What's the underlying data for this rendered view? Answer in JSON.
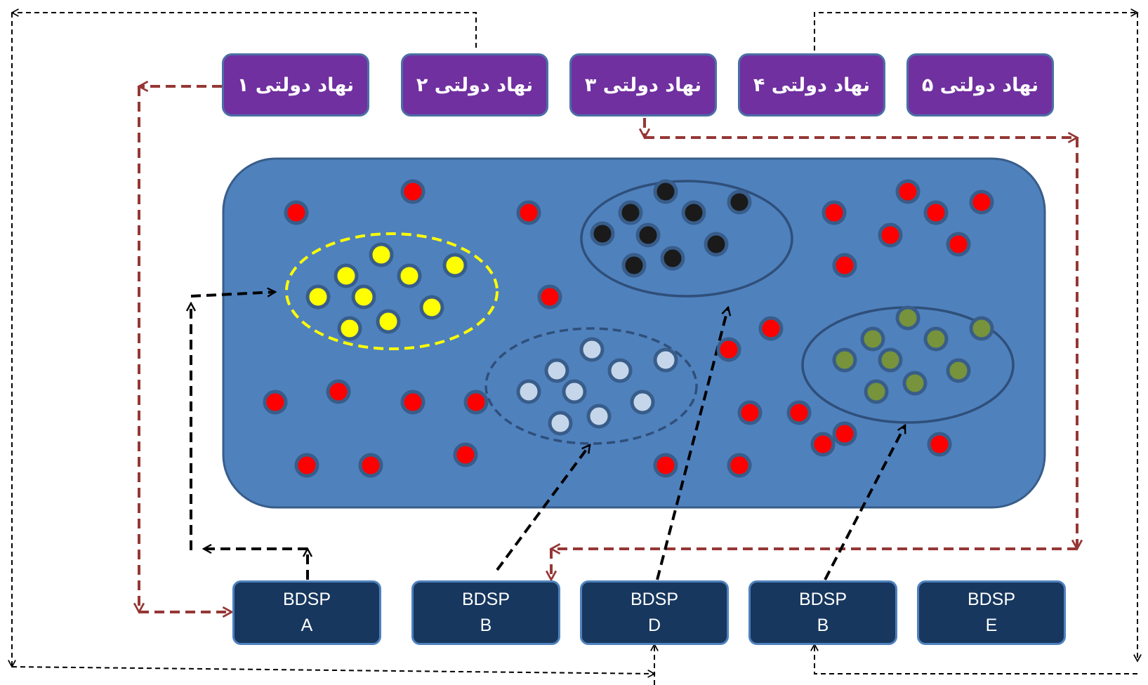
{
  "agencies": [
    {
      "label": "نهاد دولتی ۱"
    },
    {
      "label": "نهاد دولتی ۲"
    },
    {
      "label": "نهاد دولتی ۳"
    },
    {
      "label": "نهاد دولتی ۴"
    },
    {
      "label": "نهاد دولتی ۵"
    }
  ],
  "providers": [
    {
      "title": "BDSP",
      "code": "A"
    },
    {
      "title": "BDSP",
      "code": "B"
    },
    {
      "title": "BDSP",
      "code": "D"
    },
    {
      "title": "BDSP",
      "code": "B"
    },
    {
      "title": "BDSP",
      "code": "E"
    }
  ],
  "colors": {
    "agency_fill": "#7030a0",
    "provider_fill": "#17375e",
    "market_fill": "#4f81bd",
    "firm_red": "#ff0000",
    "cluster_yellow": "#ffff00",
    "cluster_black": "#1a1a1a",
    "cluster_light_blue": "#c6d6ea",
    "cluster_green": "#77933c",
    "arrow_brown": "#953735",
    "arrow_black": "#000000"
  }
}
